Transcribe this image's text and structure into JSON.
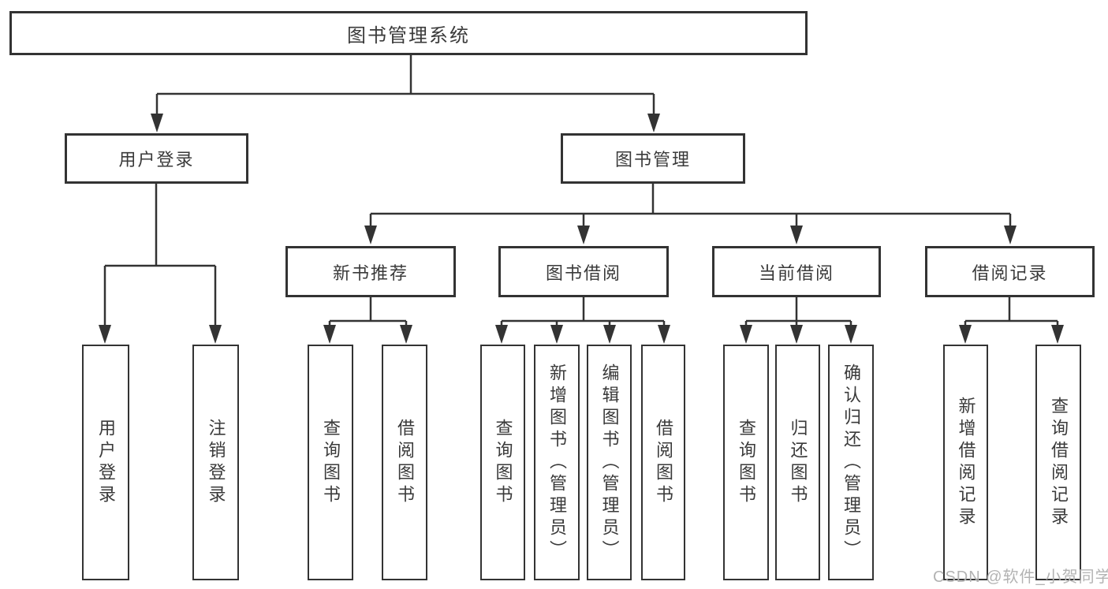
{
  "diagram": {
    "root": {
      "label": "图书管理系统"
    },
    "branches": {
      "user_login": {
        "label": "用户登录",
        "children": {
          "login": {
            "label": "用户登录"
          },
          "logout": {
            "label": "注销登录"
          }
        }
      },
      "book_management": {
        "label": "图书管理",
        "children": {
          "new_book_rec": {
            "label": "新书推荐",
            "children": {
              "query": {
                "label": "查询图书"
              },
              "borrow": {
                "label": "借阅图书"
              }
            }
          },
          "book_borrow": {
            "label": "图书借阅",
            "children": {
              "query": {
                "label": "查询图书"
              },
              "add": {
                "label": "新增图书（管理员）"
              },
              "edit": {
                "label": "编辑图书（管理员）"
              },
              "borrow": {
                "label": "借阅图书"
              }
            }
          },
          "current_borrow": {
            "label": "当前借阅",
            "children": {
              "query": {
                "label": "查询图书"
              },
              "return": {
                "label": "归还图书"
              },
              "confirm": {
                "label": "确认归还（管理员）"
              }
            }
          },
          "borrow_records": {
            "label": "借阅记录",
            "children": {
              "add": {
                "label": "新增借阅记录"
              },
              "query": {
                "label": "查询借阅记录"
              }
            }
          }
        }
      }
    }
  },
  "watermark": {
    "text": "CSDN @软件_小贺同学"
  },
  "colors": {
    "line": "#333333",
    "box_border": "#333333",
    "text": "#3a3a3a",
    "watermark": "#b3b3b3",
    "background": "#ffffff"
  }
}
